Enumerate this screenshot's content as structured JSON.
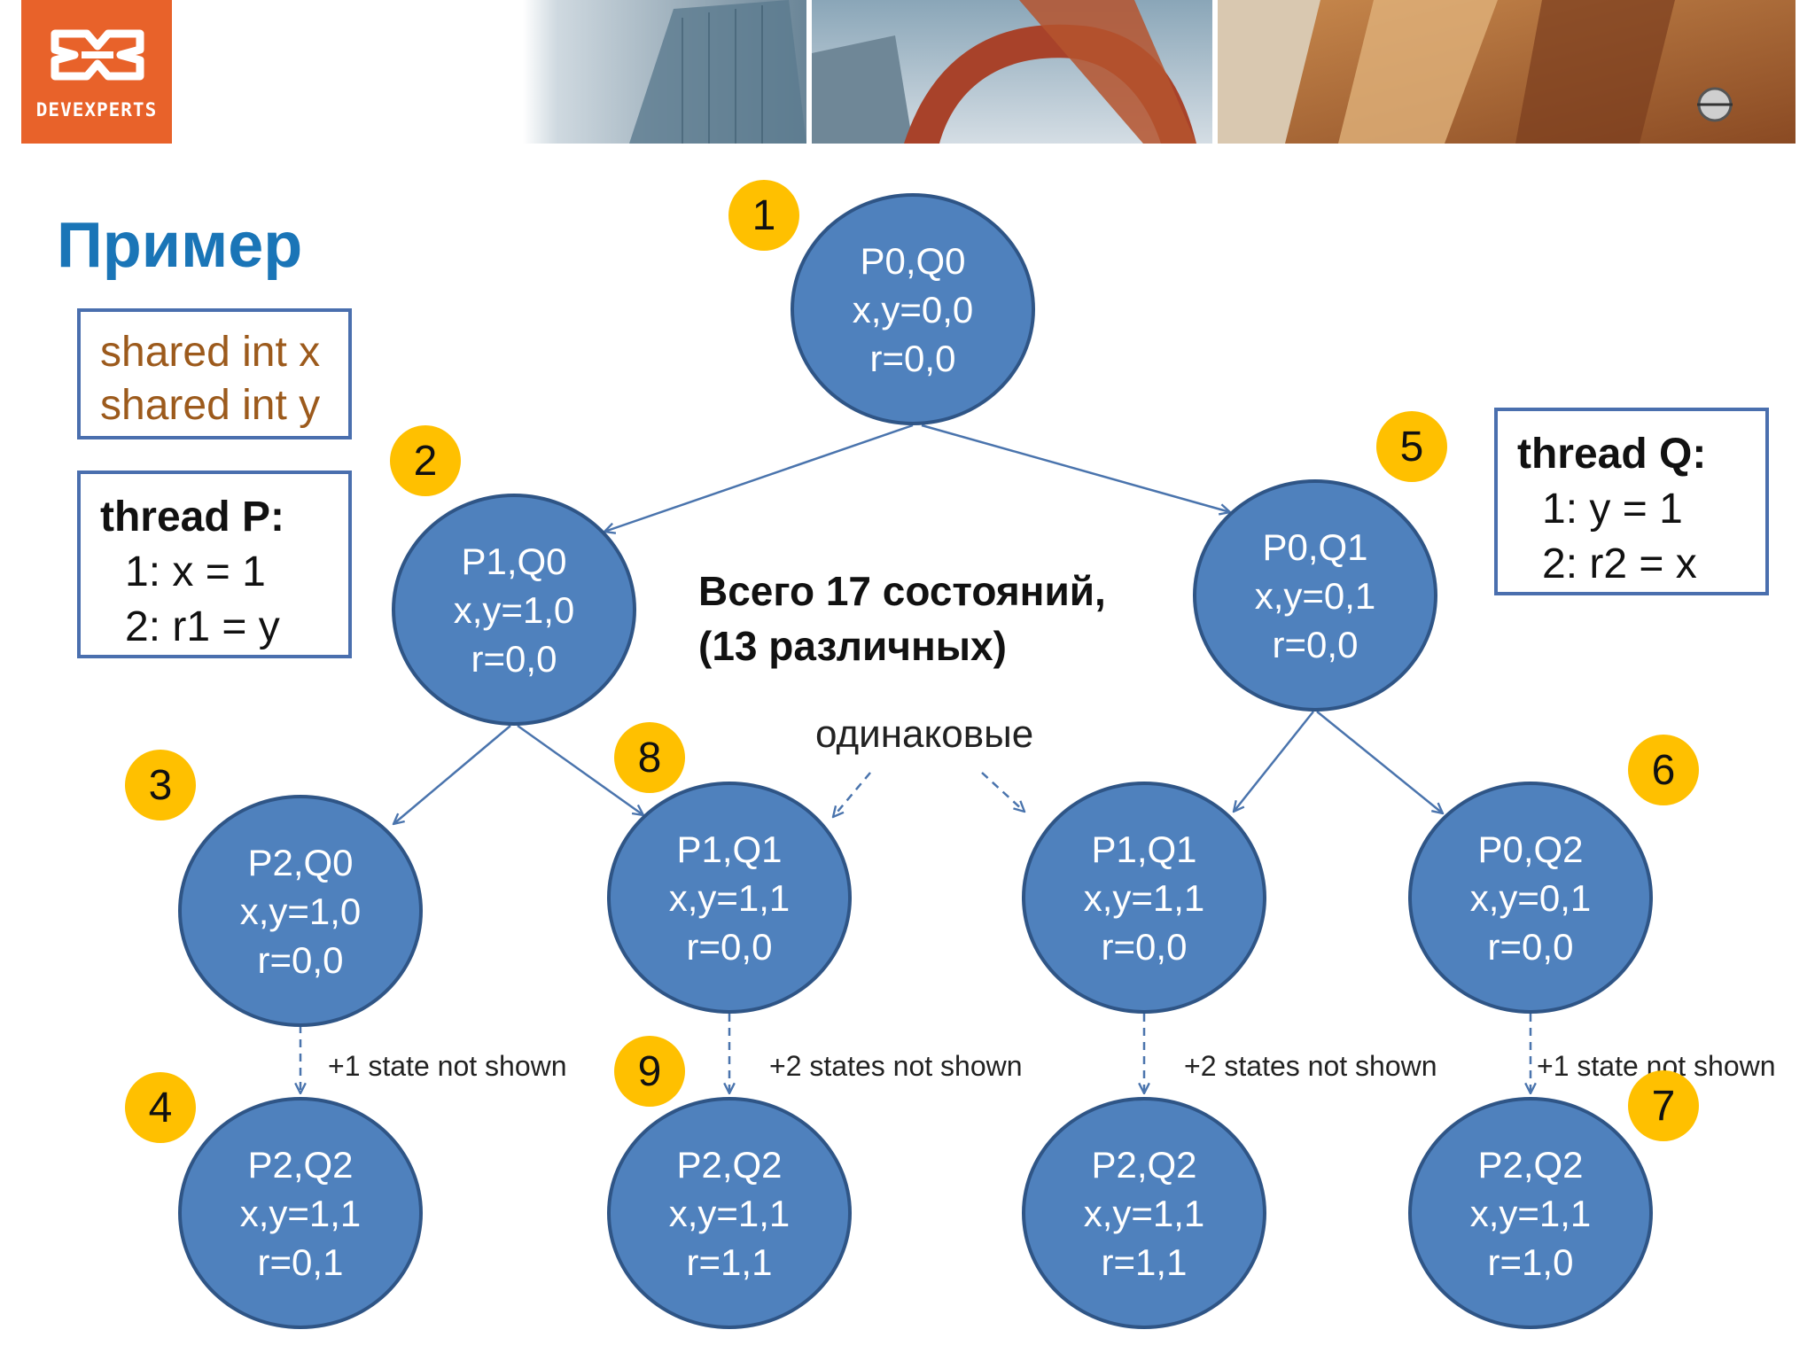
{
  "header": {
    "logo_text": "DEVEXPERTS",
    "brand_color": "#e8622a"
  },
  "slide_title": "Пример",
  "shared_box": {
    "lines": [
      "shared int x",
      "shared int y"
    ]
  },
  "thread_p": {
    "title": "thread P:",
    "lines": [
      "1: x = 1",
      "2: r1 = y"
    ]
  },
  "thread_q": {
    "title": "thread Q:",
    "lines": [
      "1: y = 1",
      "2: r2 = x"
    ]
  },
  "summary": {
    "line1": "Всего 17 состояний,",
    "line2": "(13 различных)"
  },
  "same_label": "одинаковые",
  "nodes": {
    "root": {
      "state": "P0,Q0",
      "vars": "x,y=0,0",
      "regs": "r=0,0"
    },
    "p1q0": {
      "state": "P1,Q0",
      "vars": "x,y=1,0",
      "regs": "r=0,0"
    },
    "p0q1": {
      "state": "P0,Q1",
      "vars": "x,y=0,1",
      "regs": "r=0,0"
    },
    "p2q0": {
      "state": "P2,Q0",
      "vars": "x,y=1,0",
      "regs": "r=0,0"
    },
    "p1q1_left": {
      "state": "P1,Q1",
      "vars": "x,y=1,1",
      "regs": "r=0,0"
    },
    "p1q1_right": {
      "state": "P1,Q1",
      "vars": "x,y=1,1",
      "regs": "r=0,0"
    },
    "p0q2": {
      "state": "P0,Q2",
      "vars": "x,y=0,1",
      "regs": "r=0,0"
    },
    "leaf1": {
      "state": "P2,Q2",
      "vars": "x,y=1,1",
      "regs": "r=0,1"
    },
    "leaf2": {
      "state": "P2,Q2",
      "vars": "x,y=1,1",
      "regs": "r=1,1"
    },
    "leaf3": {
      "state": "P2,Q2",
      "vars": "x,y=1,1",
      "regs": "r=1,1"
    },
    "leaf4": {
      "state": "P2,Q2",
      "vars": "x,y=1,1",
      "regs": "r=1,0"
    }
  },
  "badges": [
    "1",
    "2",
    "3",
    "4",
    "5",
    "6",
    "7",
    "8",
    "9"
  ],
  "notes": {
    "n1": "+1 state not shown",
    "n2": "+2 states not shown",
    "n3": "+2 states not shown",
    "n4": "+1 state not shown"
  },
  "colors": {
    "node_fill": "#4f81bd",
    "badge_fill": "#ffc000",
    "title_color": "#1a75b7",
    "edge_color": "#4a74ad"
  }
}
